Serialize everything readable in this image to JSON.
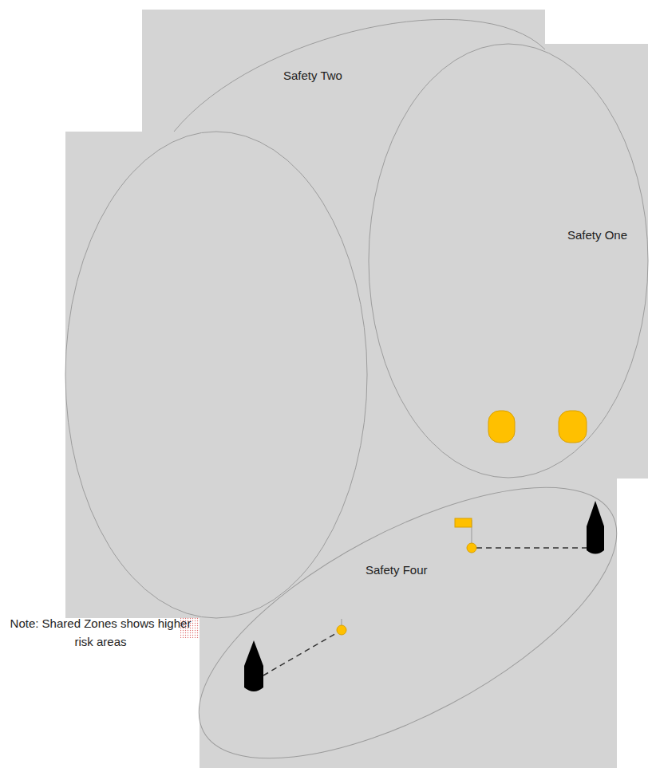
{
  "diagram": {
    "nodes": [
      {
        "text": [
          "Safety Two"
        ]
      },
      {
        "text": [
          "Safety One"
        ]
      },
      {
        "text": [
          "Safety Four"
        ]
      }
    ],
    "labels": [
      "Note: Shared Zones shows higher risk areas"
    ]
  }
}
